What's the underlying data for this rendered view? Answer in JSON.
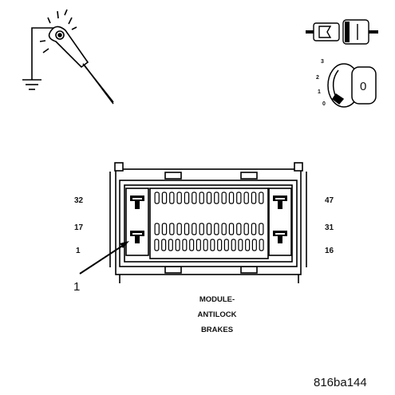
{
  "connector": {
    "pin_labels": {
      "top_left": "32",
      "middle_left": "17",
      "bottom_left": "1",
      "top_right": "47",
      "middle_right": "31",
      "bottom_right": "16"
    },
    "callout": "1",
    "caption_lines": [
      "MODULE-",
      "ANTILOCK",
      "BRAKES"
    ]
  },
  "ignition_key": {
    "positions": [
      "3",
      "2",
      "1",
      "0"
    ],
    "key_face_label": "0"
  },
  "icons": {
    "probe": "test-light-probe-icon",
    "connector_plug": "connector-disconnect-icon",
    "ignition": "ignition-key-icon"
  },
  "reference_code": "816ba144"
}
